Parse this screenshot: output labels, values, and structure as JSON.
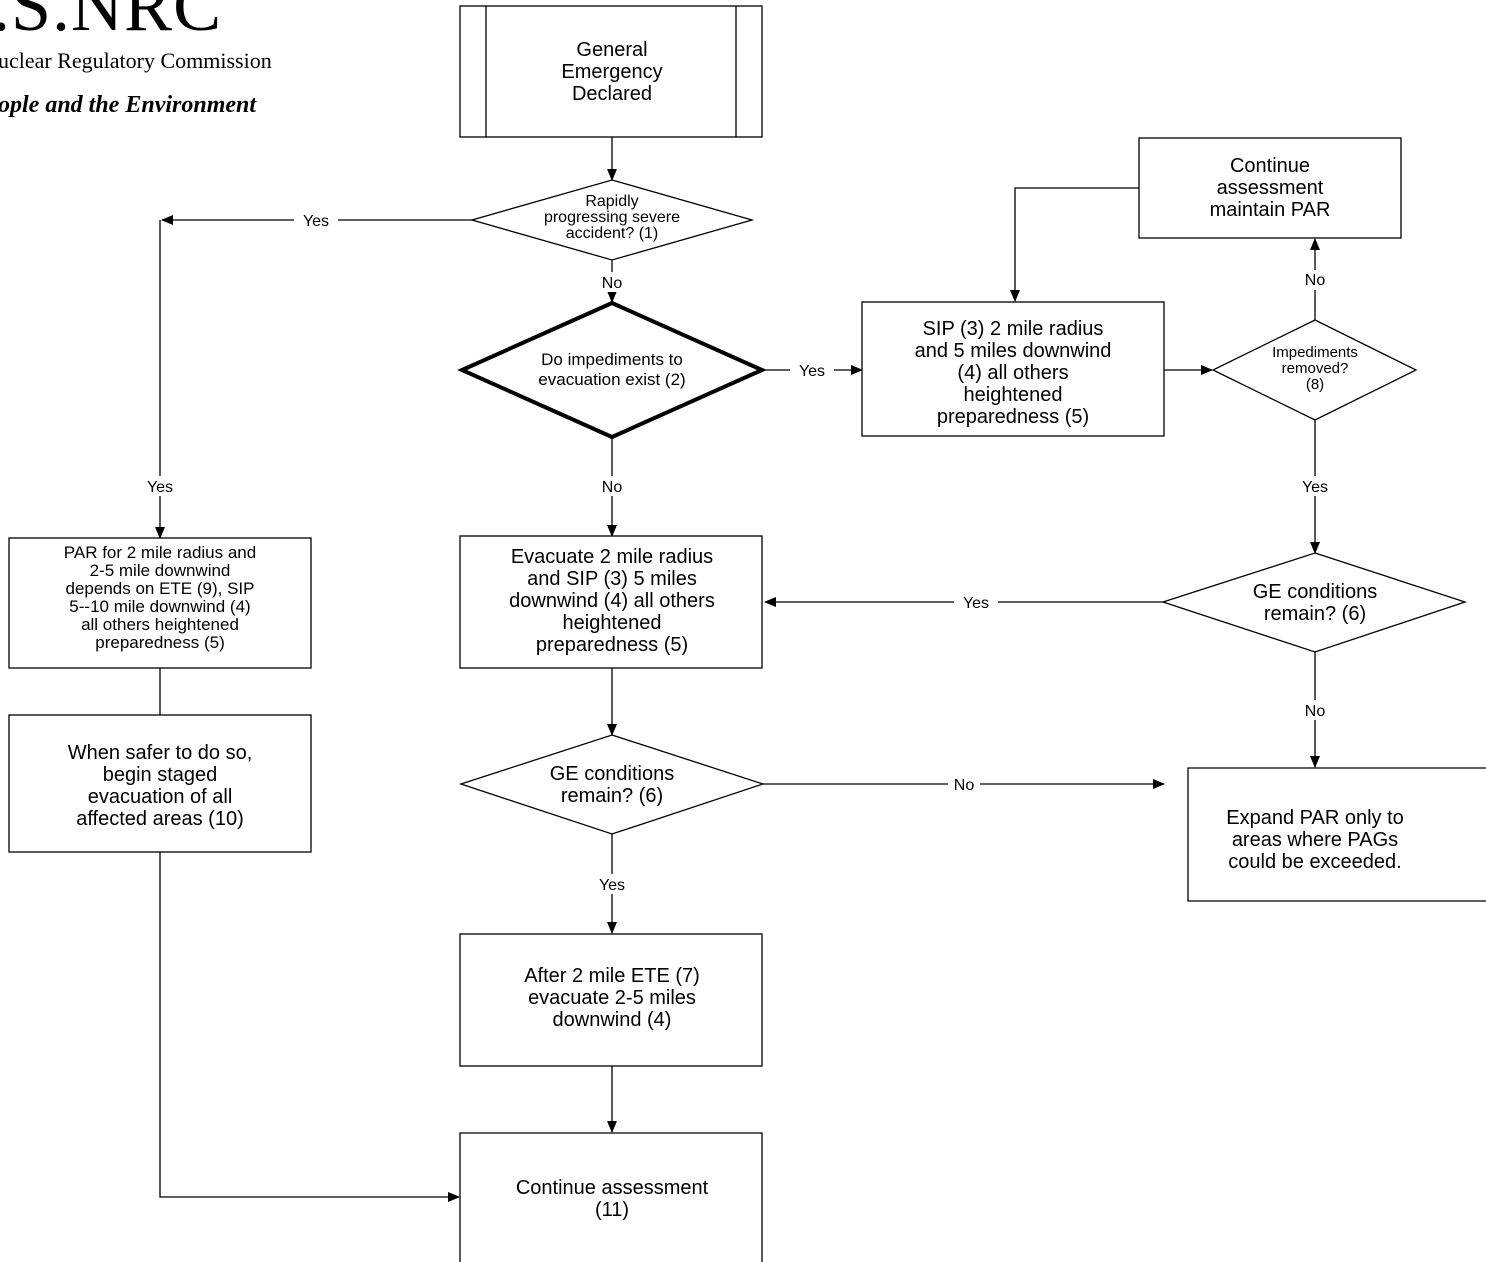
{
  "logo": {
    "mark": ".S.NRC",
    "agency": "uclear Regulatory Commission",
    "tagline": "ople and the Environment"
  },
  "nodes": {
    "general_emergency": [
      "General",
      "Emergency",
      "Declared"
    ],
    "rapid_decision": [
      "Rapidly",
      "progressing severe",
      "accident? (1)"
    ],
    "impediments_decision": [
      "Do impediments to",
      "evacuation exist (2)"
    ],
    "sip_box": [
      "SIP (3) 2 mile radius",
      "and 5 miles downwind",
      "(4) all others",
      "heightened",
      "preparedness (5)"
    ],
    "continue_maintain": [
      "Continue",
      "assessment",
      "maintain PAR"
    ],
    "impediments_removed": [
      "Impediments",
      "removed?",
      "(8)"
    ],
    "par_box": [
      "PAR for 2 mile radius and",
      "2-5 mile downwind",
      "depends on ETE (9), SIP",
      "5--10 mile downwind (4)",
      "all others heightened",
      "preparedness (5)"
    ],
    "evacuate_box": [
      "Evacuate 2 mile radius",
      "and SIP (3) 5 miles",
      "downwind (4) all others",
      "heightened",
      "preparedness (5)"
    ],
    "ge_right": [
      "GE conditions",
      "remain? (6)"
    ],
    "staged_box": [
      "When safer to do so,",
      "begin staged",
      "evacuation of all",
      "affected areas (10)"
    ],
    "ge_center": [
      "GE conditions",
      "remain? (6)"
    ],
    "expand_box": [
      "Expand PAR only to",
      "areas where PAGs",
      "could be exceeded."
    ],
    "after_ete_box": [
      "After 2 mile ETE (7)",
      "evacuate 2-5 miles",
      "downwind (4)"
    ],
    "continue_assessment": [
      "Continue assessment",
      "(11)"
    ]
  },
  "edge_labels": {
    "rapid_yes": "Yes",
    "rapid_no": "No",
    "impediments_yes": "Yes",
    "impediments_no": "No",
    "left_yes": "Yes",
    "removed_no": "No",
    "removed_yes": "Yes",
    "ge_right_yes": "Yes",
    "ge_right_no": "No",
    "ge_center_no": "No",
    "ge_center_yes": "Yes"
  },
  "colors": {
    "line": "#000000",
    "background": "#ffffff"
  }
}
